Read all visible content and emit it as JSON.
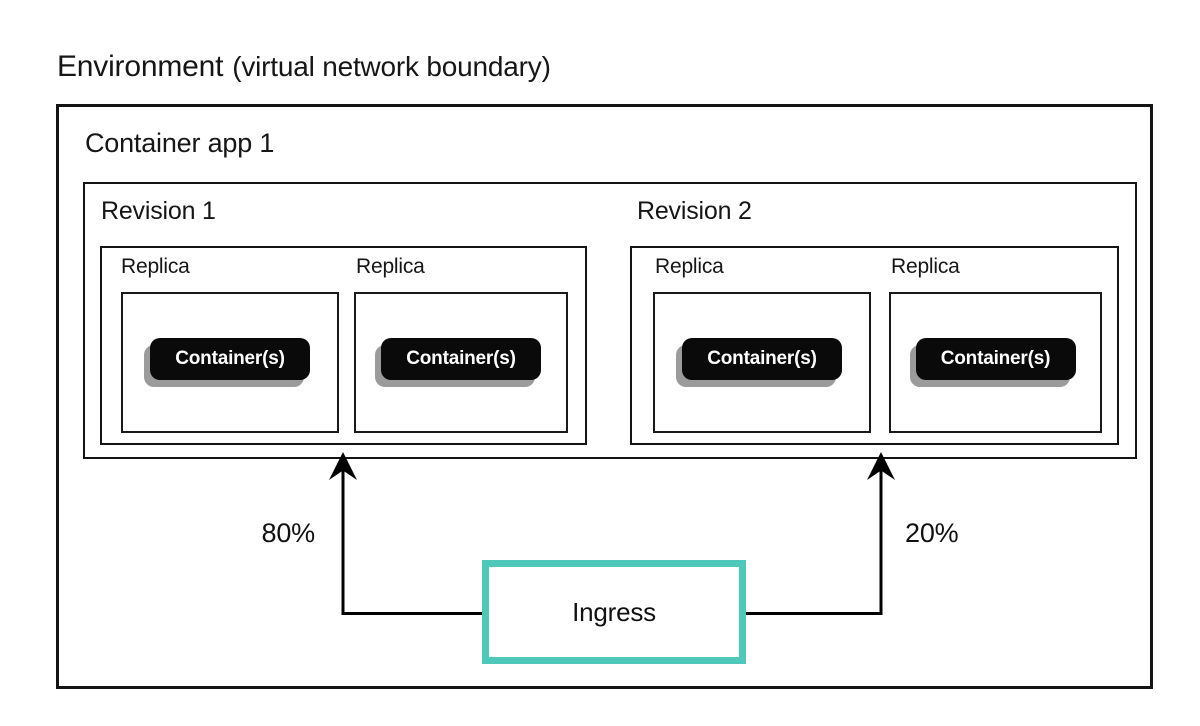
{
  "title": {
    "environment": "Environment",
    "qualifier": "(virtual network boundary)"
  },
  "environment": {
    "app": {
      "label": "Container app 1",
      "revisions": [
        {
          "label": "Revision 1",
          "traffic_share": "80%",
          "replicas": [
            {
              "label": "Replica",
              "container_label": "Container(s)"
            },
            {
              "label": "Replica",
              "container_label": "Container(s)"
            }
          ]
        },
        {
          "label": "Revision 2",
          "traffic_share": "20%",
          "replicas": [
            {
              "label": "Replica",
              "container_label": "Container(s)"
            },
            {
              "label": "Replica",
              "container_label": "Container(s)"
            }
          ]
        }
      ]
    },
    "ingress": {
      "label": "Ingress"
    }
  },
  "colors": {
    "ingress_border": "#4EC8B8",
    "line": "#000000",
    "container_pill_bg": "#0A0A0A",
    "container_pill_shadow": "#9B9B9B"
  }
}
